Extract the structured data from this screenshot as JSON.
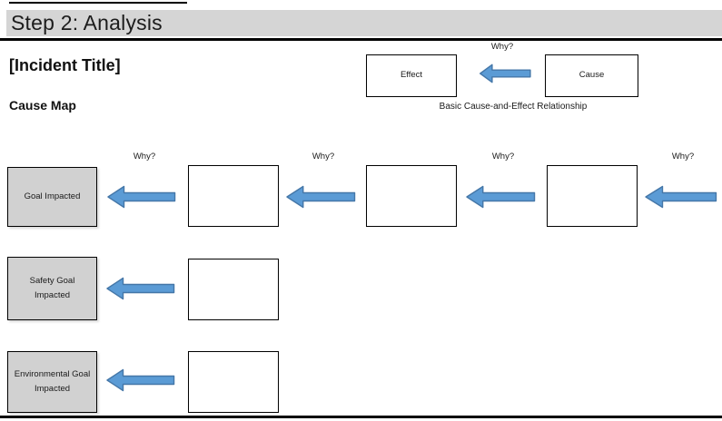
{
  "header": {
    "title": "Step 2: Analysis"
  },
  "page": {
    "incident_title": "[Incident Title]",
    "section_label": "Cause Map"
  },
  "legend": {
    "why_label": "Why?",
    "effect_label": "Effect",
    "cause_label": "Cause",
    "caption": "Basic Cause-and-Effect Relationship"
  },
  "cause_map": {
    "why_label": "Why?",
    "rows": [
      {
        "goal_label": "Goal Impacted"
      },
      {
        "goal_label": "Safety Goal Impacted"
      },
      {
        "goal_label": "Environmental Goal Impacted"
      }
    ]
  },
  "colors": {
    "header-bg": "#d5d5d5",
    "goal-box-bg": "#d1d1d1",
    "arrow-fill": "#5b9bd5",
    "arrow-stroke": "#4577a8",
    "box-border": "#000000",
    "line-color": "#000000"
  }
}
